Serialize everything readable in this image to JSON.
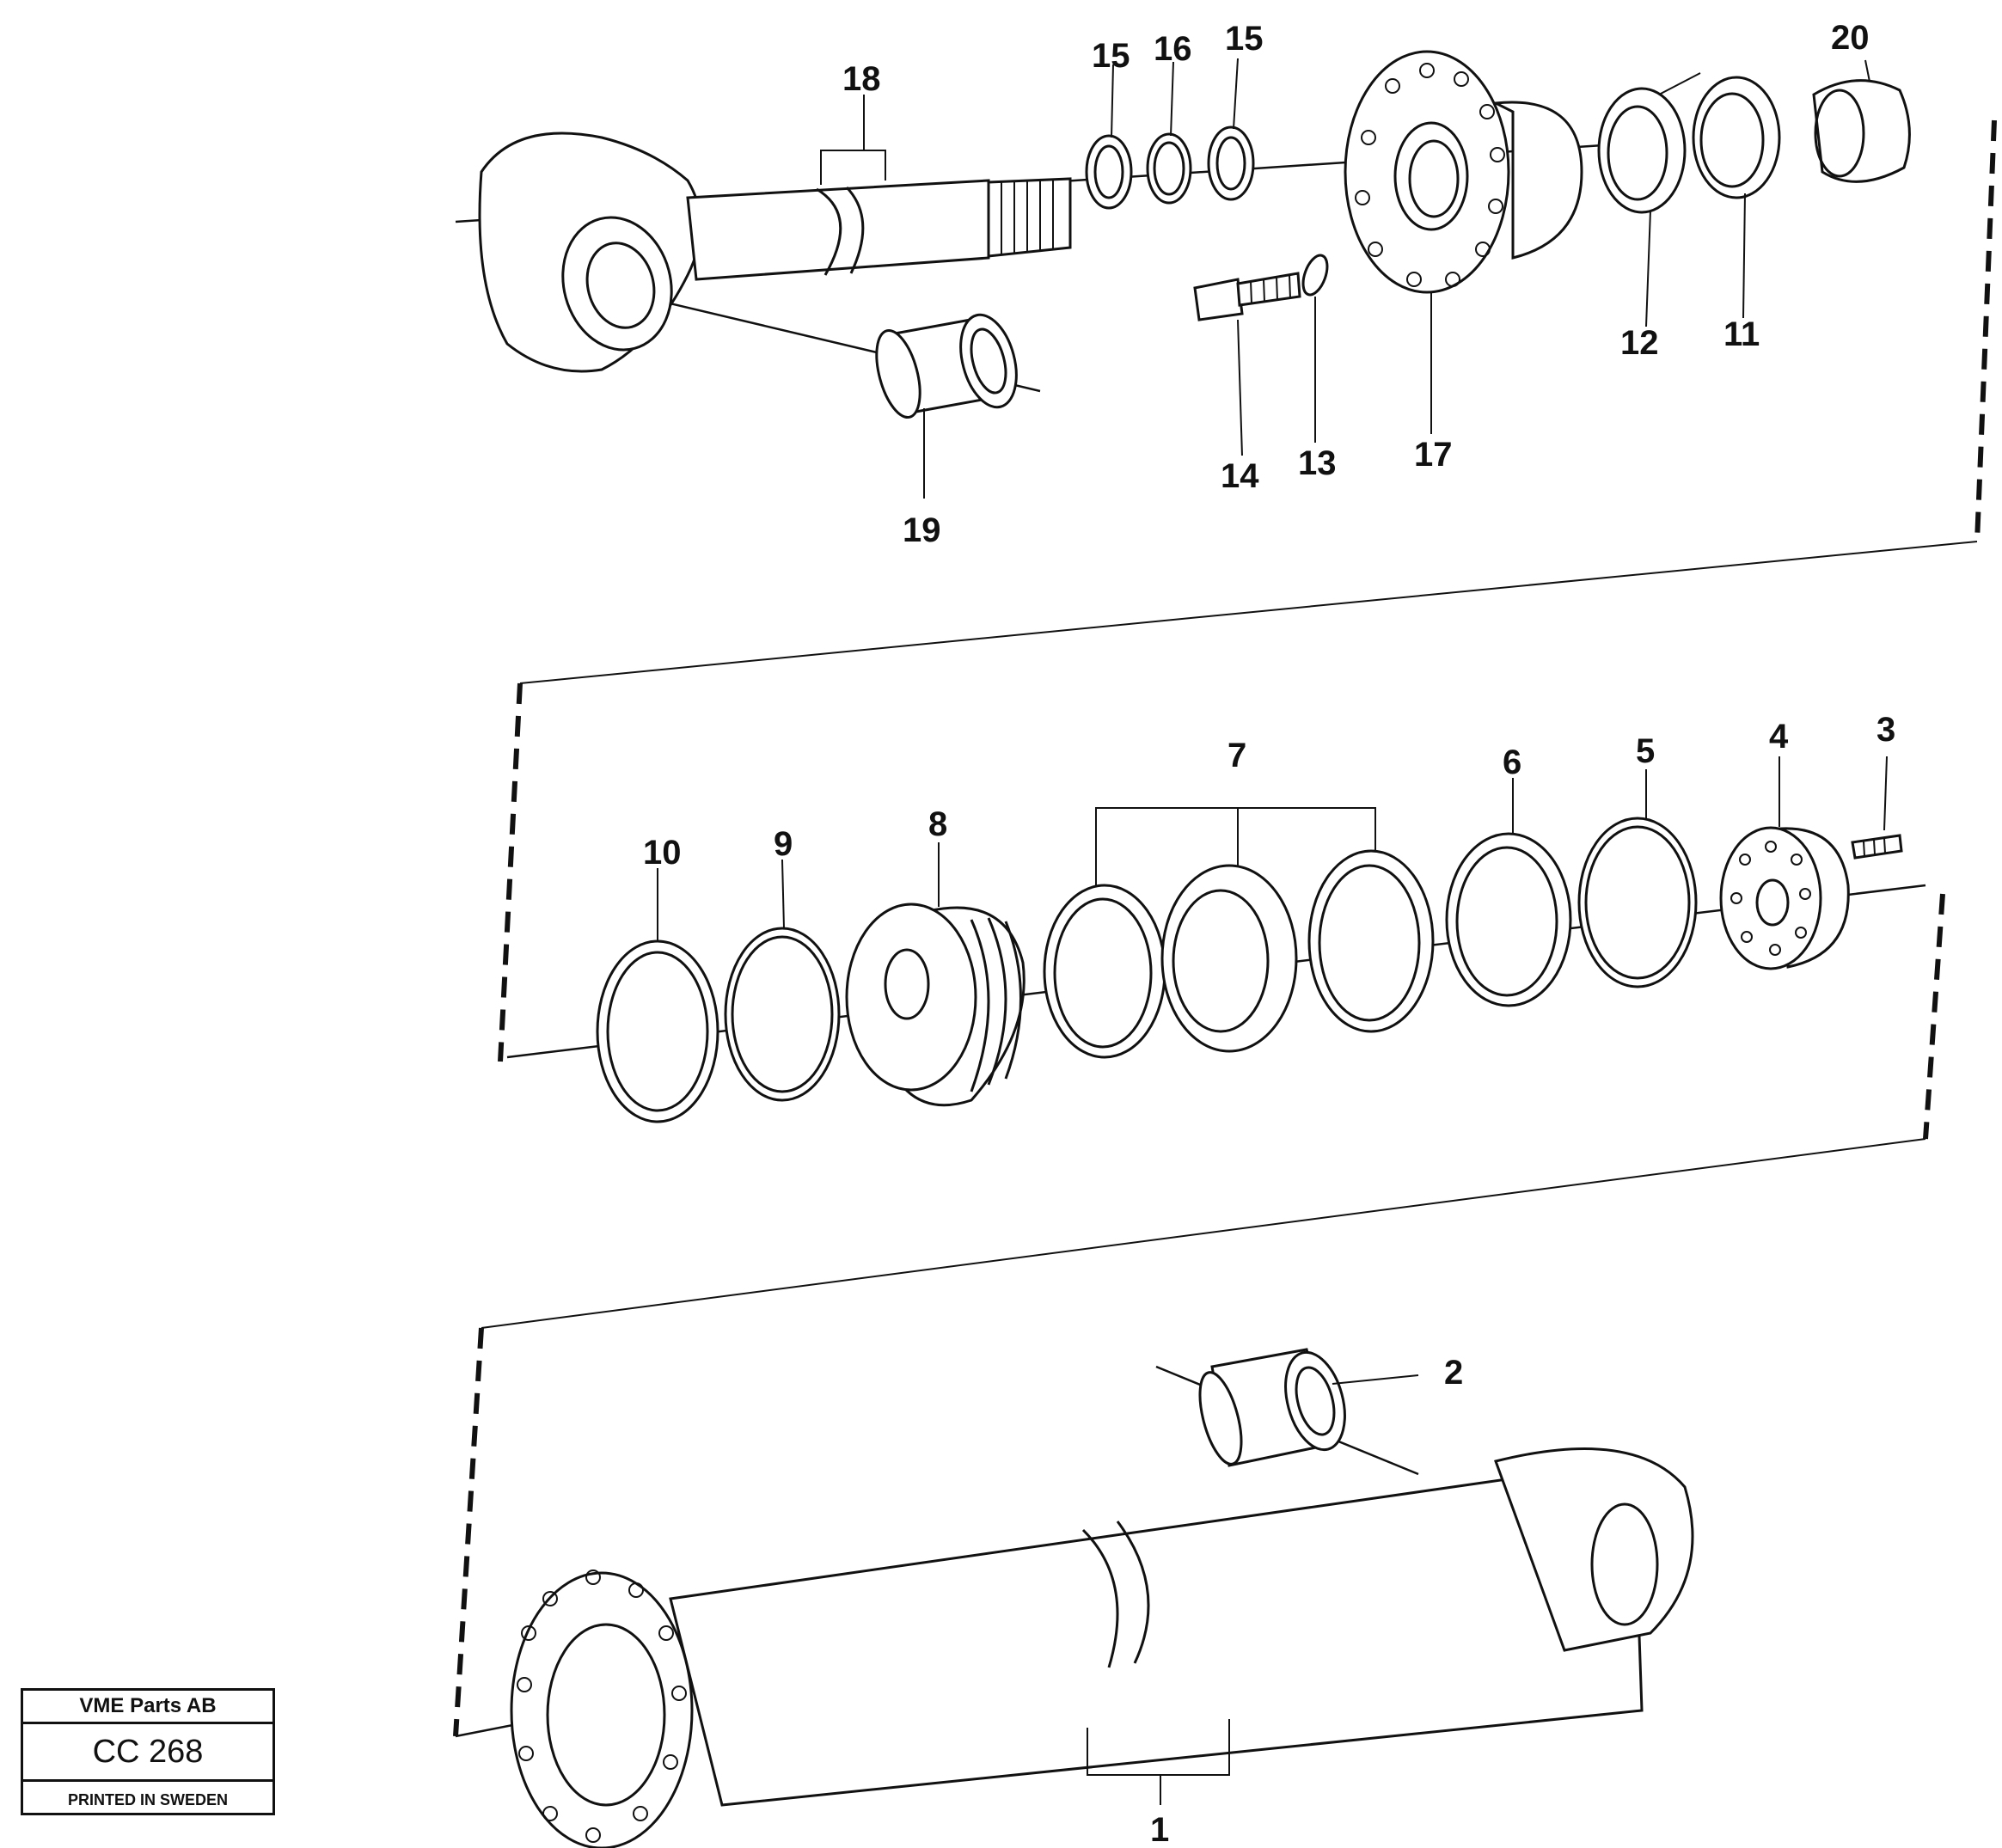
{
  "diagram": {
    "callouts": [
      "1",
      "2",
      "3",
      "4",
      "5",
      "6",
      "7",
      "8",
      "9",
      "10",
      "11",
      "12",
      "13",
      "14",
      "15",
      "16",
      "15",
      "17",
      "18",
      "19",
      "20"
    ]
  },
  "title_block": {
    "company": "VME Parts AB",
    "code": "CC 268",
    "footer": "PRINTED IN SWEDEN"
  }
}
